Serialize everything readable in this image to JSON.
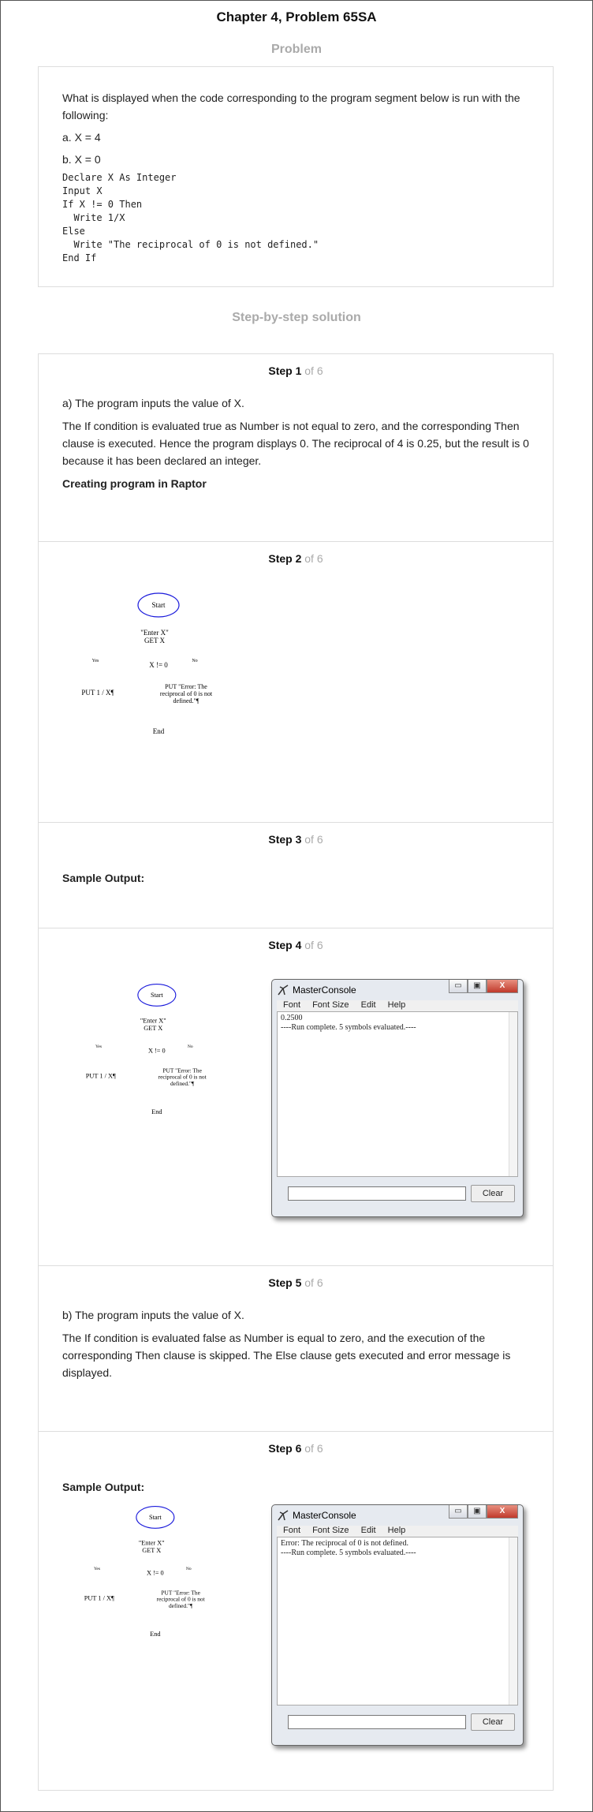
{
  "title": "Chapter 4, Problem 65SA",
  "problem_heading": "Problem",
  "problem": {
    "intro": "What is displayed when the code corresponding to the program segment below is run with the following:",
    "a": "a. X = 4",
    "b": "b. X = 0",
    "code": "Declare X As Integer\nInput X\nIf X != 0 Then\n  Write 1/X\nElse\n  Write \"The reciprocal of 0 is not defined.\"\nEnd If"
  },
  "solution_heading": "Step-by-step solution",
  "steps": [
    {
      "label": "Step 1",
      "of": " of 6",
      "p1": "a) The program inputs the value of X.",
      "p2": "The If condition is evaluated true as Number is not equal to zero, and the corresponding Then clause is executed. Hence the program displays 0. The reciprocal of 4 is 0.25, but the result is 0 because it has been declared an integer.",
      "p3": "Creating program in Raptor"
    },
    {
      "label": "Step 2",
      "of": " of 6"
    },
    {
      "label": "Step 3",
      "of": " of 6",
      "p1": "Sample Output:"
    },
    {
      "label": "Step 4",
      "of": " of 6"
    },
    {
      "label": "Step 5",
      "of": " of 6",
      "p1": "b) The program inputs the value of X.",
      "p2": "The If condition is evaluated false as Number is equal to zero, and the execution of the corresponding Then clause is skipped. The Else clause gets executed and error message is displayed."
    },
    {
      "label": "Step 6",
      "of": " of 6",
      "p1": "Sample Output:"
    }
  ],
  "flowchart": {
    "start": "Start",
    "input_l1": "\"Enter X\"",
    "input_l2": "GET X",
    "decision": "X != 0",
    "yes": "Yes",
    "no": "No",
    "then": "PUT 1 / X¶",
    "else_l1": "PUT \"Error: The",
    "else_l2": "reciprocal of 0 is not",
    "else_l3": "defined.\"¶",
    "end": "End"
  },
  "console": {
    "title": "MasterConsole",
    "menu": [
      "Font",
      "Font Size",
      "Edit",
      "Help"
    ],
    "clear": "Clear",
    "win_buttons": [
      "▭",
      "▣",
      "X"
    ],
    "out_a_l1": "0.2500",
    "out_a_l2": "----Run complete.  5 symbols evaluated.----",
    "out_b_l1": "Error: The reciprocal of 0 is not defined.",
    "out_b_l2": "----Run complete.  5 symbols evaluated.----"
  },
  "colors": {
    "flow": "#1a1adb",
    "heading_gray": "#aaaaaa",
    "border": "#dddddd"
  }
}
